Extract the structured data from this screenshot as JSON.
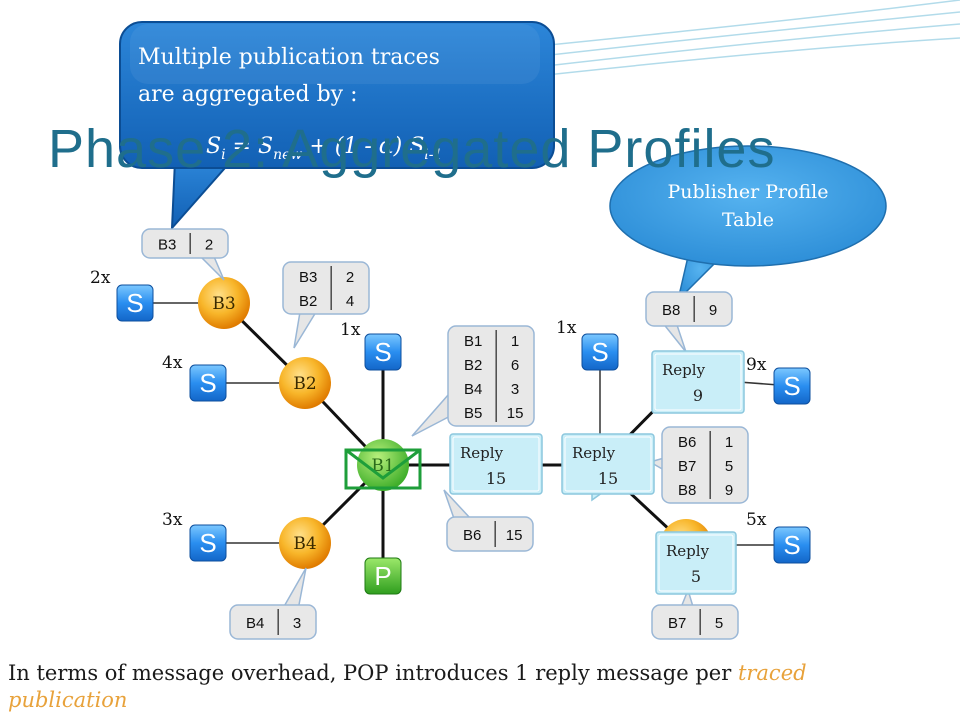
{
  "slide": {
    "title": "Phase 2: Aggregated Profiles",
    "callout": {
      "line1": "Multiple publication traces",
      "line2": "are aggregated  by :",
      "formula": "S_i = S_new + (1 - α) S_i-1",
      "f_s1": "S",
      "f_sub1": "i",
      "f_eq": " =  ",
      "f_s2": "S",
      "f_sub2": "new",
      "f_mid": " + (1 - α) ",
      "f_s3": "S",
      "f_sub3": "i-1"
    },
    "profile_bubble": "Publisher Profile Table",
    "profile_line1": "Publisher Profile",
    "profile_line2": "Table",
    "note_main": "In terms of message overhead, POP introduces 1 reply message per ",
    "note_emph": "traced publication"
  },
  "colors": {
    "broker": "#f5a623",
    "subscriber": "#2196f3",
    "publisher": "#4caf50",
    "reply": "#c9eef8",
    "callout": "#1b75c9",
    "title": "#1f6e8c",
    "highlight": "#e8a23b"
  },
  "brokers": {
    "b1": "B1",
    "b2": "B2",
    "b3": "B3",
    "b4": "B4"
  },
  "sub_label": "S",
  "pub_label": "P",
  "multipliers": {
    "b3": "2x",
    "b2": "4x",
    "b1": "1x",
    "b4": "3x",
    "right_top": "1x",
    "right_mid": "9x",
    "right_bot": "5x"
  },
  "tables": {
    "t_b3": [
      [
        "B3",
        "2"
      ]
    ],
    "t_b2": [
      [
        "B3",
        "2"
      ],
      [
        "B2",
        "4"
      ]
    ],
    "t_b1": [
      [
        "B1",
        "1"
      ],
      [
        "B2",
        "6"
      ],
      [
        "B4",
        "3"
      ],
      [
        "B5",
        "15"
      ]
    ],
    "t_b4": [
      [
        "B4",
        "3"
      ]
    ],
    "t_b6": [
      [
        "B6",
        "15"
      ]
    ],
    "t_b8": [
      [
        "B8",
        "9"
      ]
    ],
    "t_b6b": [
      [
        "B6",
        "1"
      ],
      [
        "B7",
        "5"
      ],
      [
        "B8",
        "9"
      ]
    ],
    "t_b7": [
      [
        "B7",
        "5"
      ]
    ]
  },
  "replies": {
    "r1": {
      "label": "Reply",
      "value": "15"
    },
    "r2": {
      "label": "Reply",
      "value": "15"
    },
    "r3": {
      "label": "Reply",
      "value": "9"
    },
    "r4": {
      "label": "Reply",
      "value": "5"
    }
  }
}
